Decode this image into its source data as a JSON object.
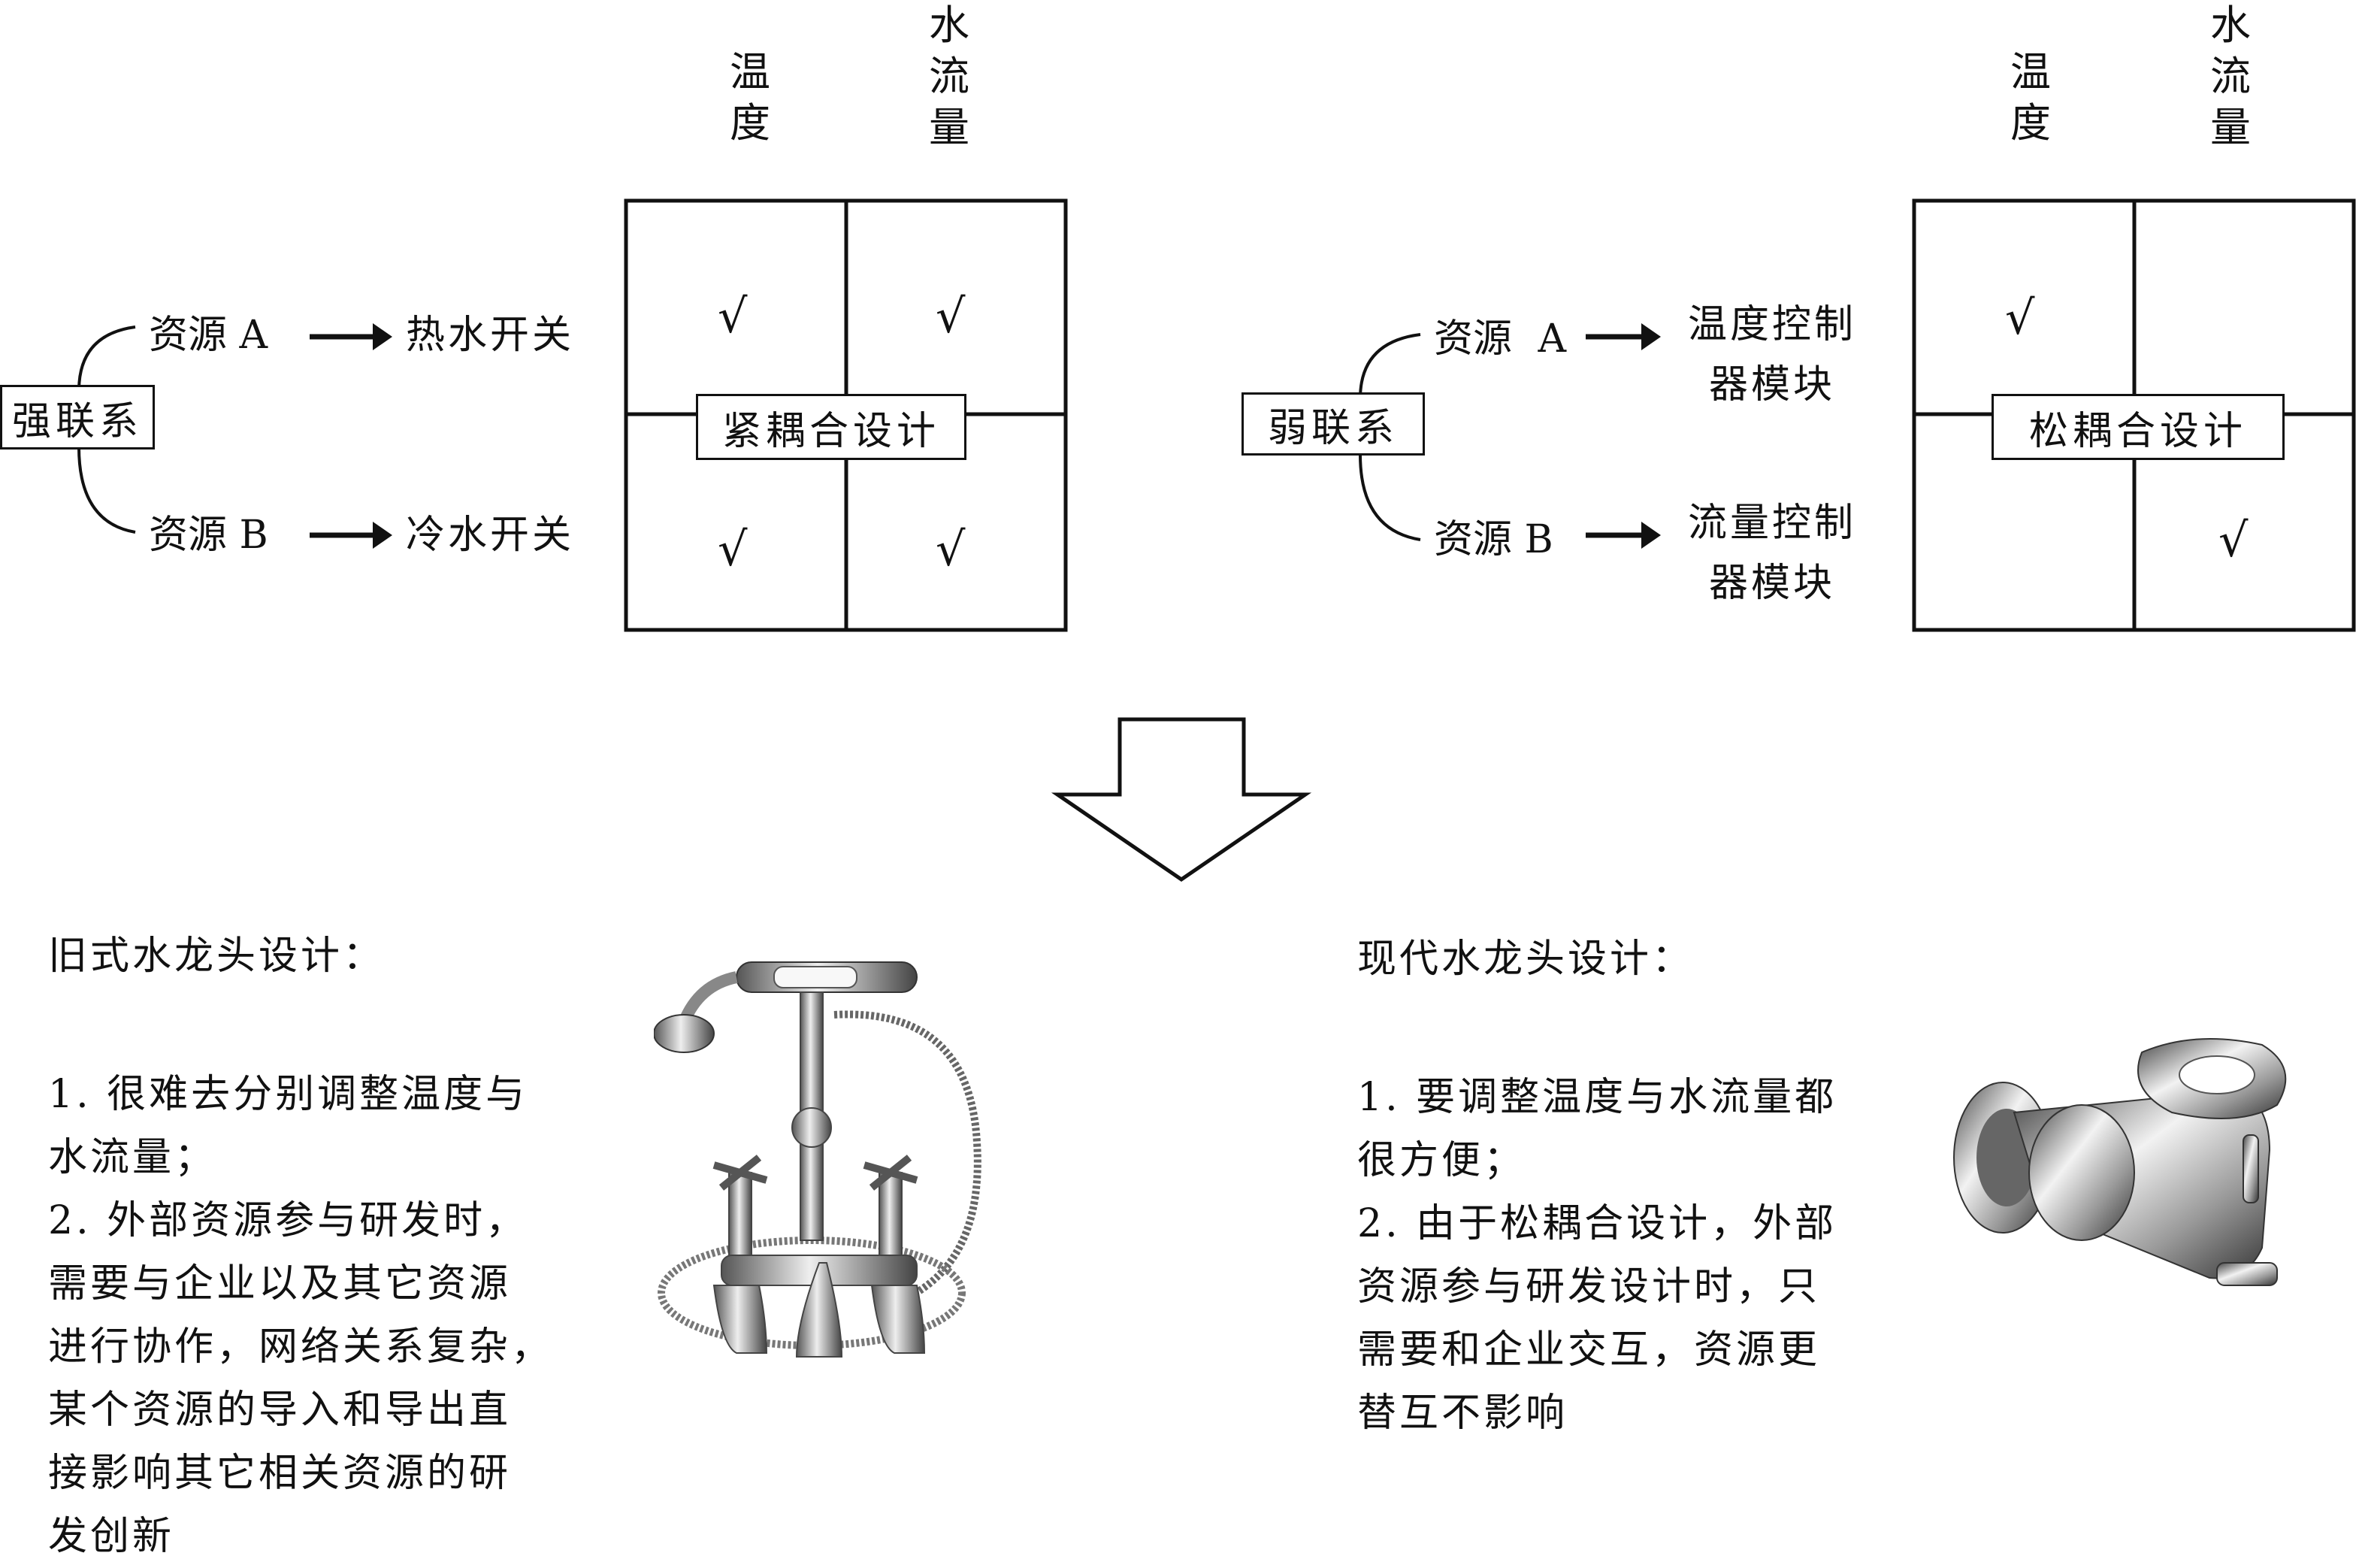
{
  "left": {
    "col_temp": [
      "温",
      "度"
    ],
    "col_flow": [
      "水",
      "流",
      "量"
    ],
    "relation_label": "强联系",
    "res_a": "资源 A",
    "res_b": "资源 B",
    "target_a": "热水开关",
    "target_b": "冷水开关",
    "grid_label": "紧耦合设计",
    "check": "√"
  },
  "right": {
    "col_temp": [
      "温",
      "度"
    ],
    "col_flow": [
      "水",
      "流",
      "量"
    ],
    "relation_label": "弱联系",
    "res_a": "资源 A",
    "res_b": "资源 B",
    "target_a": [
      "温度控制",
      "器模块"
    ],
    "target_b": [
      "流量控制",
      "器模块"
    ],
    "grid_label": "松耦合设计",
    "check": "√"
  },
  "old_design": {
    "title": "旧式水龙头设计：",
    "lines": [
      "1. 很难去分别调整温度与",
      "水流量；",
      "2. 外部资源参与研发时，",
      "需要与企业以及其它资源",
      "进行协作，网络关系复杂，",
      "某个资源的导入和导出直",
      "接影响其它相关资源的研",
      "发创新"
    ]
  },
  "new_design": {
    "title": "现代水龙头设计：",
    "lines": [
      "1. 要调整温度与水流量都",
      "很方便；",
      "2. 由于松耦合设计，外部",
      "资源参与研发设计时，只",
      "需要和企业交互，资源更",
      "替互不影响"
    ]
  }
}
